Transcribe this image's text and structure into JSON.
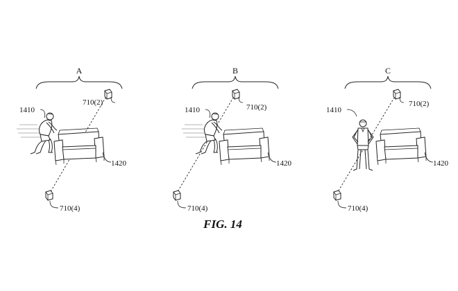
{
  "figure": {
    "caption": "FIG. 14",
    "colors": {
      "ink": "#222222",
      "background": "#ffffff",
      "motion_lines": "#9a9a9a"
    },
    "panels": [
      {
        "letter": "A",
        "person_ref": "1410",
        "sensor_top_ref": "710(2)",
        "couch_ref": "1420",
        "sensor_bottom_ref": "710(4)",
        "person_pose": "crouching-moving"
      },
      {
        "letter": "B",
        "person_ref": "1410",
        "sensor_top_ref": "710(2)",
        "couch_ref": "1420",
        "sensor_bottom_ref": "710(4)",
        "person_pose": "crouching-moving"
      },
      {
        "letter": "C",
        "person_ref": "1410",
        "sensor_top_ref": "710(2)",
        "couch_ref": "1420",
        "sensor_bottom_ref": "710(4)",
        "person_pose": "standing-hands-on-hips"
      }
    ]
  }
}
